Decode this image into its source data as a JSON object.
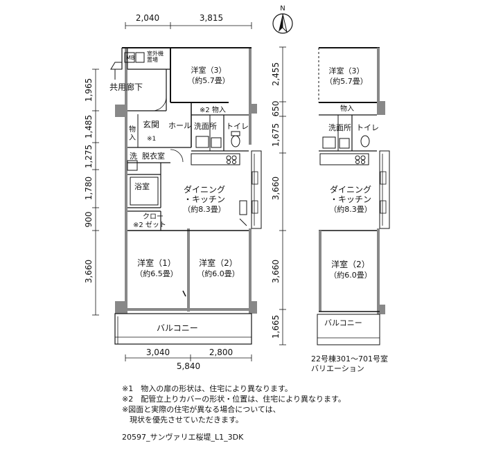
{
  "compass": {
    "label": "N"
  },
  "plan_a": {
    "dims_top": [
      "2,040",
      "3,815"
    ],
    "dims_left": [
      "1,965",
      "1,485",
      "1,275",
      "1,780",
      "900",
      "3,660"
    ],
    "dims_bottom_parts": [
      "3,040",
      "2,800"
    ],
    "dims_bottom_total": "5,840",
    "rooms": {
      "mb": "MB",
      "outdoor_unit_1": "室外機",
      "outdoor_unit_2": "置場",
      "corridor": "共用廊下",
      "western3_name": "洋室（3）",
      "western3_size": "（約5.7畳）",
      "storage_note": "※2 物入",
      "entrance": "玄関",
      "hall": "ホール",
      "entrance_storage_1": "物",
      "entrance_storage_2": "入",
      "note1": "※1",
      "washroom": "洗面所",
      "toilet": "トイレ",
      "wash_mark": "洗",
      "dressing": "脱衣室",
      "bath": "浴室",
      "dining1": "ダイニング",
      "dining2": "・キッチン",
      "dining_size": "（約8.3畳）",
      "closet1": "クロー",
      "closet2": "※2 ゼット",
      "western1_name": "洋室（1）",
      "western1_size": "（約6.5畳）",
      "western2_name": "洋室（2）",
      "western2_size": "（約6.0畳）",
      "balcony": "バルコニー"
    }
  },
  "plan_b": {
    "dims_left": [
      "2,455",
      "650",
      "1,675",
      "3,660",
      "3,660",
      "1,665"
    ],
    "caption1": "22号棟301～701号室",
    "caption2": "バリエーション",
    "rooms": {
      "western3_name": "洋室（3）",
      "western3_size": "（約5.7畳）",
      "storage": "物入",
      "washroom": "洗面所",
      "toilet": "トイレ",
      "dining1": "ダイニング",
      "dining2": "・キッチン",
      "dining_size": "（約8.3畳）",
      "western2_name": "洋室（2）",
      "western2_size": "（約6.0畳）",
      "balcony": "バルコニー"
    }
  },
  "notes": [
    "※1　物入の扉の形状は、住宅により異なります。",
    "※2　配管立上りカバーの形状・位置は、住宅により異なります。",
    "※図面と実際の住宅が異なる場合については、",
    "　現状を優先させていただきます。"
  ],
  "footer": "20597_サンヴァリエ桜堤_L1_3DK"
}
